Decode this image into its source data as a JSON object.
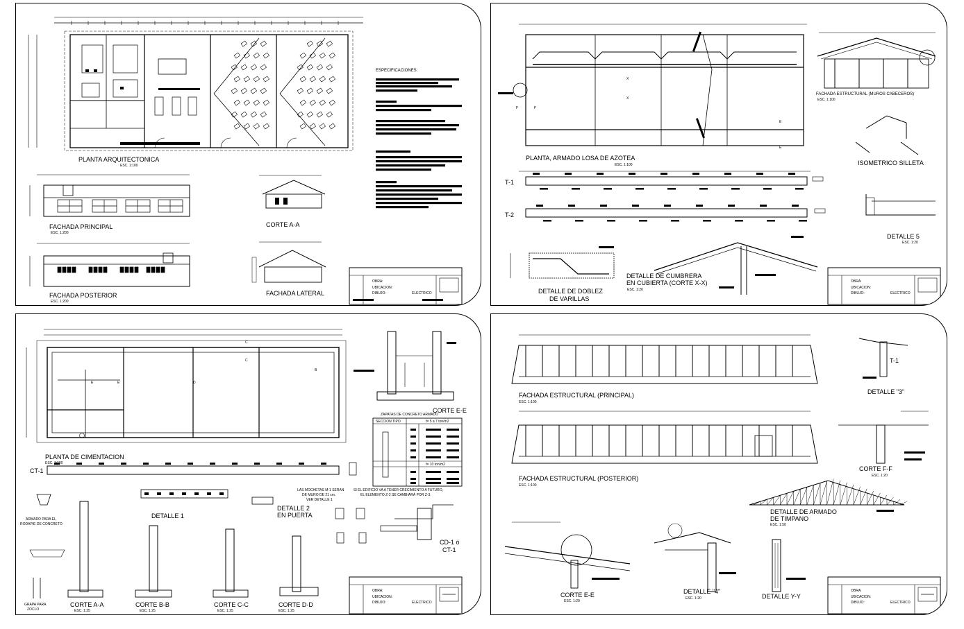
{
  "sheets": {
    "top_left": {
      "plan_title": "PLANTA ARQUITECTONICA",
      "plan_scale": "ESC. 1:100",
      "specs_title": "ESPECIFICACIONES:",
      "front_title": "FACHADA PRINCIPAL",
      "front_scale": "ESC. 1:200",
      "rear_title": "FACHADA POSTERIOR",
      "rear_scale": "ESC. 1:200",
      "section_title": "CORTE A-A",
      "side_title": "FACHADA LATERAL",
      "titleblock": {
        "obra": "OBRA:",
        "ubicacion": "UBICACION:",
        "dibujo": "DIBUJO:",
        "plano": "ELECTRICO"
      }
    },
    "top_right": {
      "slab_title": "PLANTA, ARMADO  LOSA DE AZOTEA",
      "slab_scale": "ESC. 1:100",
      "struct_title": "FACHADA ESTRUCTURAL (MUROS CABECEROS)",
      "struct_scale": "ESC. 1:100",
      "iso_title": "ISOMETRICO SILLETA",
      "t1": "T-1",
      "t2": "T-2",
      "det5_title": "DETALLE 5",
      "det5_scale": "ESC. 1:20",
      "doblez_title_1": "DETALLE DE DOBLEZ",
      "doblez_title_2": "DE VARILLAS",
      "cumbrera_title_1": "DETALLE DE CUMBRERA",
      "cumbrera_title_2": "EN CUBIERTA (CORTE X-X)",
      "cumbrera_scale": "ESC. 1:20",
      "titleblock": {
        "obra": "OBRA:",
        "ubicacion": "UBICACION:",
        "dibujo": "DIBUJO:",
        "plano": "ELECTRICO"
      }
    },
    "bottom_left": {
      "found_title": "PLANTA DE CIMENTACION",
      "found_scale": "ESC. 1:100",
      "ct1": "CT-1",
      "corte_ee": "CORTE E-E",
      "zapatas_title": "ZAPATAS DE CONCRETO ARMADO",
      "table_header_1": "SECCION TIPO",
      "table_header_2": "f= 5 a 7 ton/m2",
      "table_header_3": "f= 10 ton/m2",
      "note_1": "SI EL EDIFICIO VA A TENER CRECIMIENTO A FUTURO,",
      "note_2": "EL ELEMENTO Z-2 SE CAMBIARÁ POR Z-3.",
      "mochetas_1": "LAS MOCHETAS M-1 SERAN",
      "mochetas_2": "DE MURO DE 21 cm.",
      "mochetas_3": "VER DETALLE 1",
      "armado_1": "ARMADO PARA EL",
      "armado_2": "RODAPIE DE CONCRETO",
      "grapa_1": "GRAPA PARA",
      "grapa_2": "ZOCLO",
      "detalle1": "DETALLE  1",
      "detalle2_1": "DETALLE  2",
      "detalle2_2": "EN PUERTA",
      "cd1_1": "CD-1 ó",
      "cd1_2": "CT-1",
      "corte_aa": "CORTE A-A",
      "corte_bb": "CORTE B-B",
      "corte_cc": "CORTE C-C",
      "corte_dd": "CORTE D-D",
      "corte_scale": "ESC. 1:25",
      "titleblock": {
        "obra": "OBRA:",
        "ubicacion": "UBICACION:",
        "dibujo": "DIBUJO:",
        "plano": "ELECTRICO"
      }
    },
    "bottom_right": {
      "fp_title": "FACHADA ESTRUCTURAL (PRINCIPAL)",
      "fp_scale": "ESC. 1:100",
      "fpost_title": "FACHADA ESTRUCTURAL (POSTERIOR)",
      "fpost_scale": "ESC. 1:100",
      "t1": "T-1",
      "det3": "DETALLE \"3\"",
      "corte_ff": "CORTE F-F",
      "corte_ff_scale": "ESC. 1:20",
      "timpano_1": "DETALLE DE ARMADO",
      "timpano_2": "DE TIMPANO",
      "timpano_scale": "ESC. 1:50",
      "corte_ee": "CORTE E-E",
      "corte_ee_scale": "ESC. 1:20",
      "det4": "DETALLE \"4\"",
      "det4_scale": "ESC. 1:20",
      "det_yy": "DETALLE Y-Y",
      "titleblock": {
        "obra": "OBRA:",
        "ubicacion": "UBICACION:",
        "dibujo": "DIBUJO:",
        "plano": "ELECTRICO"
      }
    }
  }
}
